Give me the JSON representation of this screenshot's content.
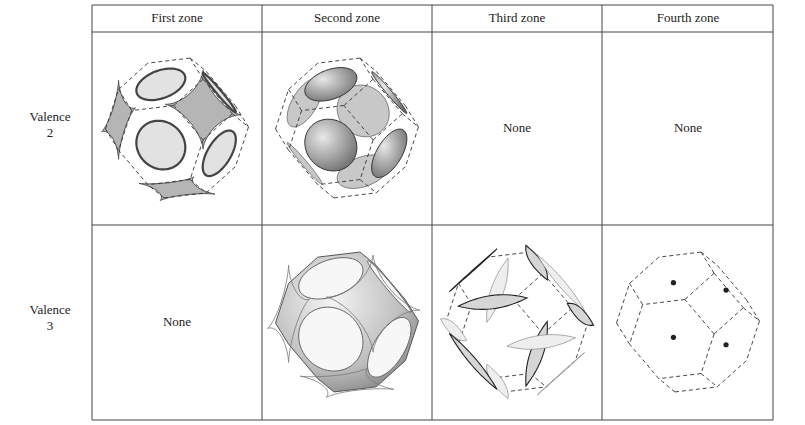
{
  "diagram": {
    "labels": [
      "First zone",
      "Second zone",
      "Third zone",
      "Fourth zone",
      "Valence 2",
      "None",
      "None",
      "Valence 3",
      "None"
    ]
  }
}
